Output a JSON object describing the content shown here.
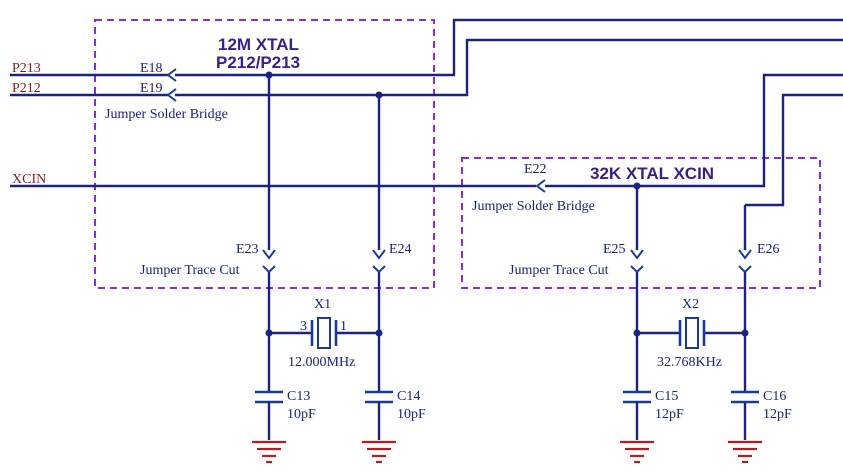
{
  "nets": {
    "p213": "P213",
    "p212": "P212",
    "xcin": "XCIN"
  },
  "block_12m": {
    "title_line1": "12M XTAL",
    "title_line2": "P212/P213",
    "bridge_ref_1": "E18",
    "bridge_ref_2": "E19",
    "bridge_label": "Jumper Solder Bridge",
    "cut_ref_1": "E23",
    "cut_ref_2": "E24",
    "cut_label": "Jumper Trace Cut"
  },
  "block_32k": {
    "title": "32K XTAL  XCIN",
    "bridge_ref": "E22",
    "bridge_label": "Jumper Solder Bridge",
    "cut_ref_1": "E25",
    "cut_ref_2": "E26",
    "cut_label": "Jumper Trace Cut"
  },
  "x1": {
    "ref": "X1",
    "pin_left": "3",
    "pin_right": "1",
    "value": "12.000MHz"
  },
  "x2": {
    "ref": "X2",
    "value": "32.768KHz"
  },
  "caps": {
    "c13": {
      "ref": "C13",
      "value": "10pF"
    },
    "c14": {
      "ref": "C14",
      "value": "10pF"
    },
    "c15": {
      "ref": "C15",
      "value": "12pF"
    },
    "c16": {
      "ref": "C16",
      "value": "12pF"
    }
  },
  "colors": {
    "wire": "#1a237e",
    "box": "#8a2be2",
    "net_label": "#8b1a1a",
    "ground": "#b71c1c"
  }
}
